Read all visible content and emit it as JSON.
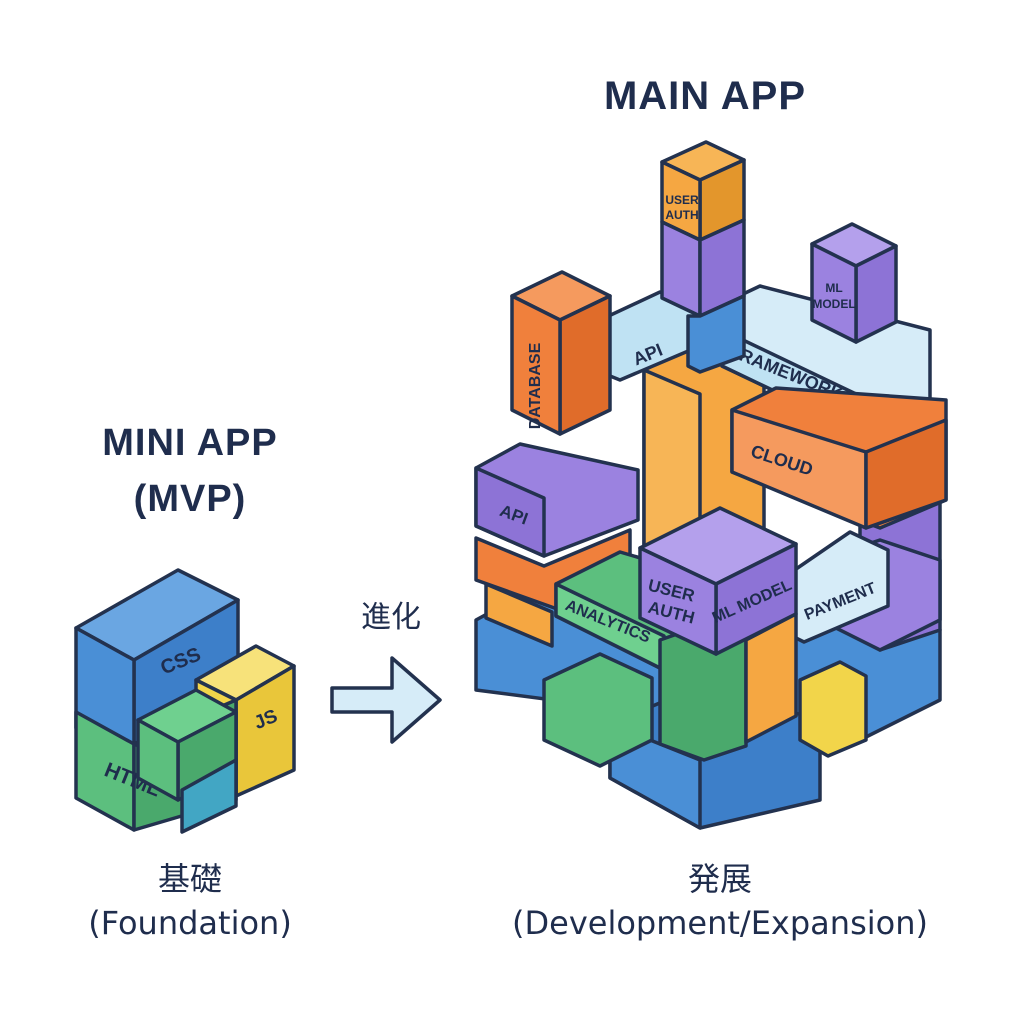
{
  "mini_app": {
    "title_line1": "MINI APP",
    "title_line2": "(MVP)",
    "caption_jp": "基礎",
    "caption_en": "(Foundation)",
    "blocks": {
      "css": "CSS",
      "js": "JS",
      "html": "HTML"
    }
  },
  "arrow": {
    "label": "進化"
  },
  "main_app": {
    "title": "MAIN APP",
    "caption_jp": "発展",
    "caption_en": "(Development/Expansion)",
    "blocks": {
      "user_auth_top_line1": "USER",
      "user_auth_top_line2": "AUTH",
      "ml_model_top_line1": "ML",
      "ml_model_top_line2": "MODEL",
      "database": "DATABASE",
      "api_top": "API",
      "framework": "FRAMEWORK",
      "cloud": "CLOUD",
      "api_left": "API",
      "user_auth_front_line1": "USER",
      "user_auth_front_line2": "AUTH",
      "ml_model_front": "ML MODEL",
      "payment": "PAYMENT",
      "analytics": "ANALYTICS"
    }
  },
  "colors": {
    "blue": "#4a8fd6",
    "green": "#5cbf7e",
    "yellow": "#f2d54a",
    "orange": "#f0803c",
    "amber": "#f5a742",
    "purple": "#9b82e0",
    "light_blue": "#bfe2f3",
    "outline": "#23324f"
  }
}
